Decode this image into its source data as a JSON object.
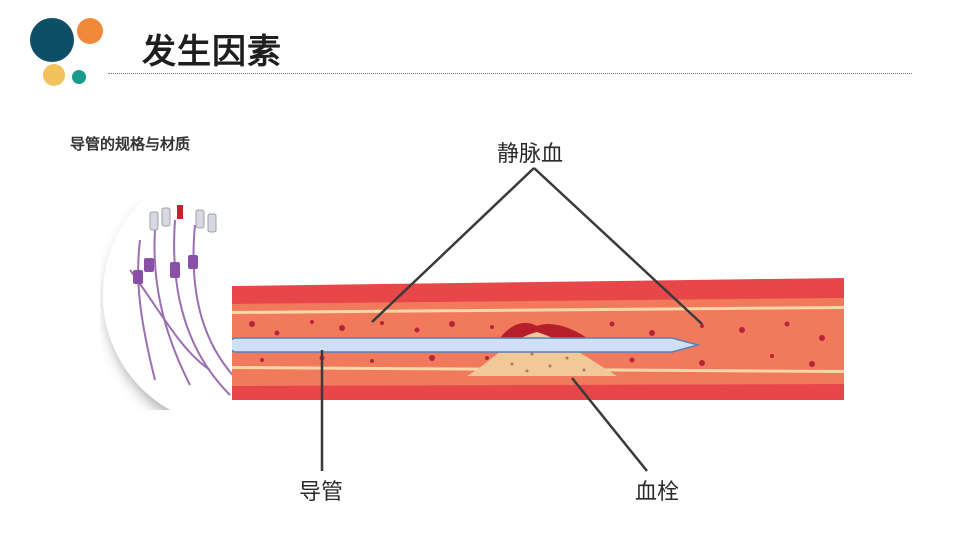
{
  "slide": {
    "title": "发生因素",
    "subtitle": "导管的规格与材质"
  },
  "diagram": {
    "labels": {
      "vein_blood": "静脉血",
      "catheter": "导管",
      "thrombus": "血栓"
    }
  },
  "colors": {
    "dot_dark_teal": "#0d4f66",
    "dot_orange": "#f08a3a",
    "dot_yellow": "#f2c25c",
    "dot_teal": "#1a9a8c",
    "vessel_wall": "#e8474a",
    "vessel_lumen": "#f27a5c",
    "vessel_inner_stripe": "#f9d8a8",
    "catheter_fill": "#cfe0f5",
    "thrombus_fill": "#f1c89a",
    "thrombus_red": "#b51f2b",
    "catheter_tubing": "#9b6fb0"
  }
}
